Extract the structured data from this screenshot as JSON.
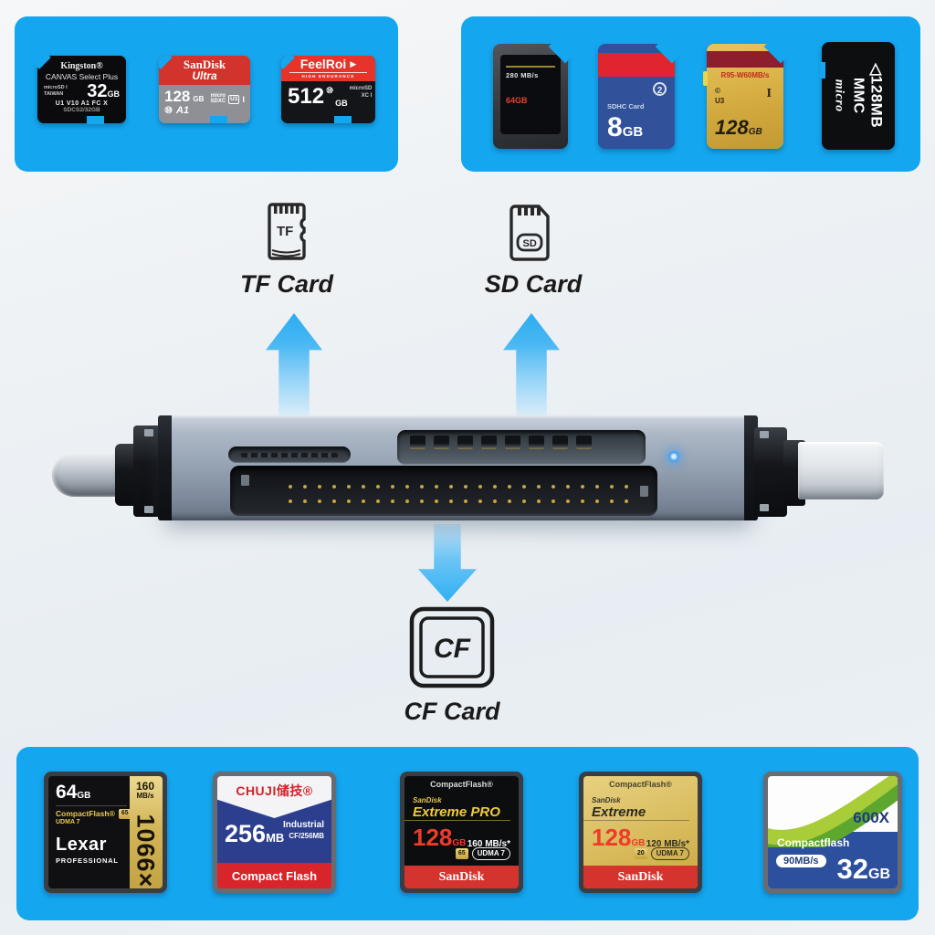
{
  "colors": {
    "banner": "#14a7ef",
    "arrow": "#35b0f2",
    "led": "#3f9ff2",
    "label": "#1a1a1a"
  },
  "sections": {
    "tf_label": "TF Card",
    "sd_label": "SD Card",
    "cf_label": "CF Card",
    "tf_glyph": "TF",
    "sd_glyph": "SD",
    "cf_glyph": "CF"
  },
  "top_left": {
    "cards": [
      {
        "brand": "Kingston®",
        "series": "CANVAS Select Plus",
        "capacity": "32",
        "unit": "GB",
        "logo": "microSD I",
        "region": "TAIWAN",
        "specs": "U1 V10 A1 FC X",
        "model": "SDCS2/32GB"
      },
      {
        "brand": "SanDisk",
        "series": "Ultra",
        "capacity": "128",
        "unit": "GB",
        "logo_top": "micro",
        "logo_bottom": "SDXC",
        "bus": "U1",
        "roman": "I",
        "speed_class": "⑩",
        "app_class": "A1"
      },
      {
        "brand": "FeelRoi",
        "play": "▶",
        "tagline": "HIGH ENDURANCE",
        "capacity": "512",
        "speed_class": "⑩",
        "unit": "GB",
        "logo_top": "microSD",
        "logo_bottom": "XC I"
      }
    ]
  },
  "top_right": {
    "cards": [
      {
        "speed": "280 MB/s",
        "capacity": "64",
        "unit": "GB"
      },
      {
        "class_badge": "2",
        "label": "SDHC Card",
        "capacity": "8",
        "unit": "GB"
      },
      {
        "speed": "R95-W60MB/s",
        "copyright": "©",
        "bus": "U3",
        "roman": "I",
        "capacity": "128",
        "unit": "GB"
      },
      {
        "capacity": "◁128MB",
        "line2": "MMC",
        "line3": "micro"
      }
    ]
  },
  "bottom": {
    "cards": [
      {
        "capacity": "64",
        "unit": "GB",
        "speed_value": "160",
        "speed_unit": "MB/s",
        "type": "CompactFlash®",
        "vpg": "65",
        "udma": "UDMA 7",
        "brand": "Lexar",
        "series": "PROFESSIONAL",
        "rating": "1066×"
      },
      {
        "brand": "CHUJI储技®",
        "capacity": "256",
        "unit": "MB",
        "grade": "Industrial",
        "model": "CF/256MB",
        "footer": "Compact Flash"
      },
      {
        "type": "CompactFlash®",
        "brand": "SanDisk",
        "series": "Extreme PRO",
        "capacity": "128",
        "unit": "GB",
        "speed": "160 MB/s*",
        "vpg": "65",
        "udma": "UDMA 7",
        "footer": "SanDisk"
      },
      {
        "type": "CompactFlash®",
        "brand": "SanDisk",
        "series": "Extreme",
        "capacity": "128",
        "unit": "GB",
        "speed": "120 MB/s*",
        "vpg": "20",
        "udma": "UDMA 7",
        "footer": "SanDisk"
      },
      {
        "rating": "600X",
        "type": "Compactflash",
        "speed": "90MB/s",
        "capacity": "32",
        "unit": "GB"
      }
    ]
  }
}
